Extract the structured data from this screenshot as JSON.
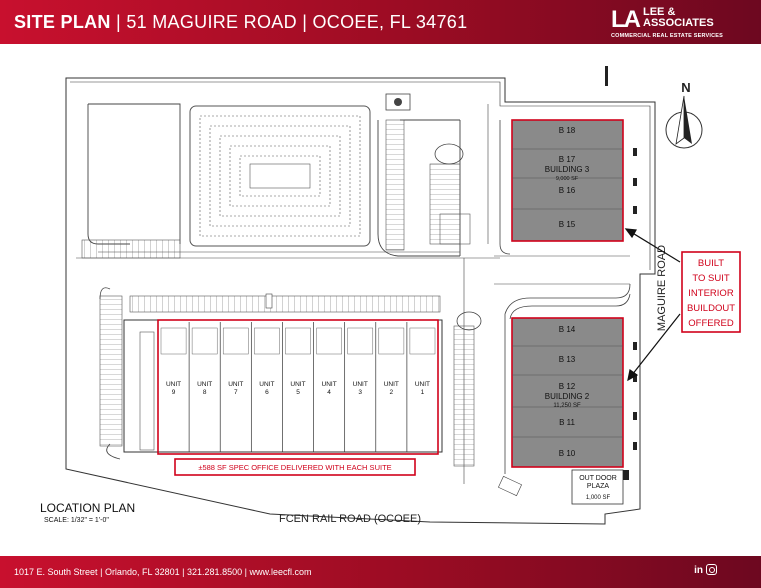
{
  "header": {
    "title_bold": "SITE PLAN",
    "separator": "|",
    "address_street": "51 MAGUIRE ROAD",
    "address_city": "OCOEE, FL 34761"
  },
  "logo": {
    "mark": "LA",
    "name_line1": "LEE &",
    "name_line2": "ASSOCIATES",
    "tagline": "COMMERCIAL REAL ESTATE SERVICES"
  },
  "compass": {
    "label": "N"
  },
  "building3": {
    "name": "BUILDING 3",
    "area": "9,000 SF",
    "bays": [
      "B  18",
      "B  17",
      "B  16",
      "B  15"
    ]
  },
  "building2": {
    "name": "BUILDING 2",
    "area": "11,250 SF",
    "bays": [
      "B  14",
      "B  13",
      "B  12",
      "B  11",
      "B  10"
    ]
  },
  "callout": {
    "lines": [
      "BUILT",
      "TO SUIT",
      "INTERIOR",
      "BUILDOUT",
      "OFFERED"
    ]
  },
  "units": [
    {
      "label": "UNIT",
      "number": "9"
    },
    {
      "label": "UNIT",
      "number": "8"
    },
    {
      "label": "UNIT",
      "number": "7"
    },
    {
      "label": "UNIT",
      "number": "6"
    },
    {
      "label": "UNIT",
      "number": "5"
    },
    {
      "label": "UNIT",
      "number": "4"
    },
    {
      "label": "UNIT",
      "number": "3"
    },
    {
      "label": "UNIT",
      "number": "2"
    },
    {
      "label": "UNIT",
      "number": "1"
    }
  ],
  "spec_office_note": "±588 SF SPEC OFFICE DELIVERED WITH EACH SUITE",
  "roads": {
    "maguire": "MAGUIRE ROAD",
    "fcen": "FCEN RAIL ROAD (OCOEE)"
  },
  "plaza": {
    "line1": "OUT DOOR",
    "line2": "PLAZA",
    "area": "1,000 SF"
  },
  "location_plan": {
    "title": "LOCATION PLAN",
    "scale": "SCALE: 1/32\" = 1'-0\""
  },
  "footer": {
    "address": "1017 E. South Street",
    "city": "Orlando, FL 32801",
    "phone": "321.281.8500",
    "website": "www.leecfl.com",
    "separator": "|",
    "linkedin": "in"
  },
  "colors": {
    "brand_red": "#c8102e",
    "brand_dark": "#6d0820",
    "outline_red": "#d0021b",
    "building_gray": "#8a8a8a"
  }
}
